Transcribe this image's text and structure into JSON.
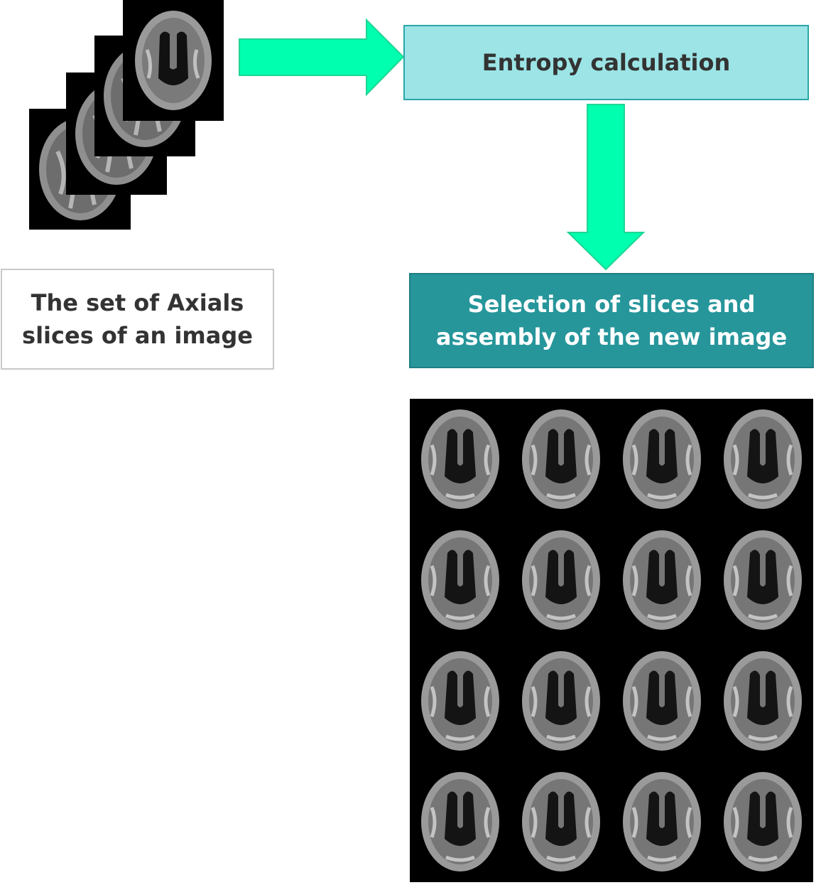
{
  "diagram": {
    "entropy_label": "Entropy calculation",
    "axial_label": "The set of Axials slices of an image",
    "selection_label": "Selection of slices and assembly of the new image",
    "mosaic": {
      "rows": 4,
      "cols": 4
    },
    "input_stack_count": 4
  },
  "colors": {
    "arrow": "#00ffae",
    "entropy_box": "#9ce4e6",
    "selection_box": "#26969b",
    "slice_background": "#000000"
  }
}
